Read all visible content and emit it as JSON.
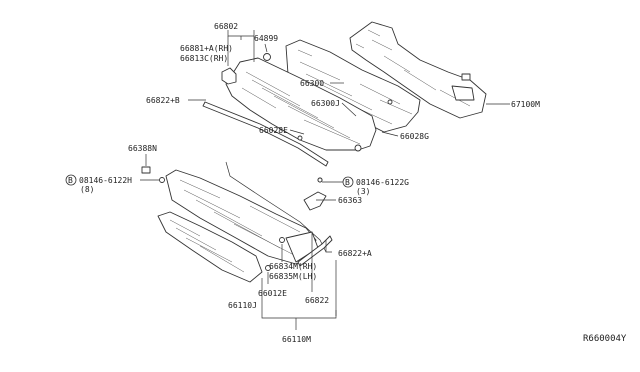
{
  "diagram": {
    "reference": "R660004Y",
    "bolt_symbol": "B",
    "parts": {
      "p66802": "66802",
      "p66881A": "66881+A(RH)",
      "p66813C": "66813C(RH)",
      "p64899": "64899",
      "p66300": "66300",
      "p66822B": "66822+B",
      "p66300J": "66300J",
      "p66028E": "66028E",
      "p66028G": "66028G",
      "p67100M": "67100M",
      "p66388N": "66388N",
      "p08146_6122H": "08146-6122H",
      "p08146_6122H_qty": "(8)",
      "p08146_6122G": "08146-6122G",
      "p08146_6122G_qty": "(3)",
      "p66363": "66363",
      "p66834M": "66834M(RH)",
      "p66835M": "66835M(LH)",
      "p66822A": "66822+A",
      "p66012E": "66012E",
      "p66822": "66822",
      "p66110J": "66110J",
      "p66110M": "66110M"
    }
  }
}
